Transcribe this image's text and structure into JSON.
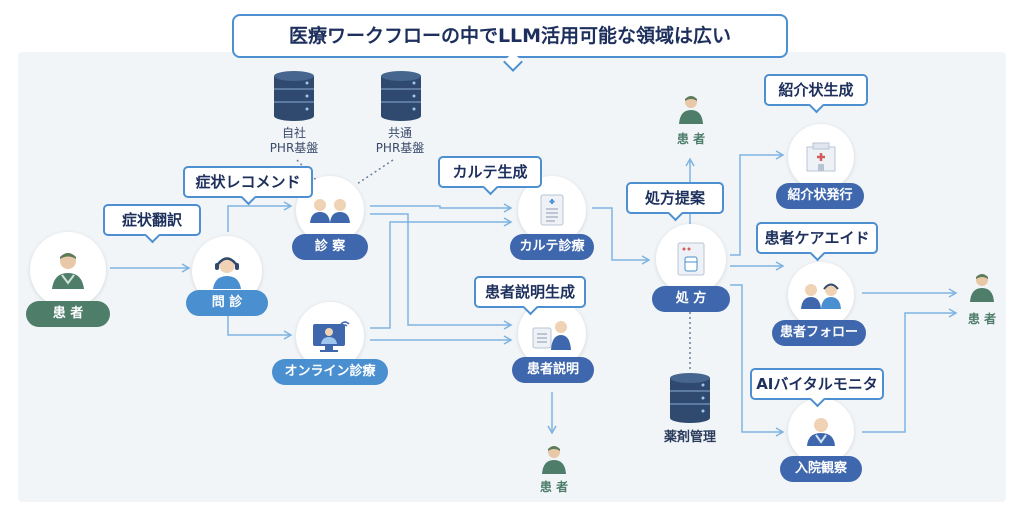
{
  "title": "医療ワークフローの中でLLM活用可能な領域は広い",
  "platforms": {
    "own": "自社\nPHR基盤",
    "shared": "共通\nPHR基盤"
  },
  "callouts": {
    "symptom_translation": "症状翻訳",
    "symptom_recommend": "症状レコメンド",
    "karte_generation": "カルテ生成",
    "patient_explanation_generation": "患者説明生成",
    "prescription_proposal": "処方提案",
    "referral_generation": "紹介状生成",
    "patient_care_aid": "患者ケアエイド",
    "ai_vital_monitor": "AIバイタルモニタ"
  },
  "nodes": {
    "patient_start": "患 者",
    "interview": "問 診",
    "consultation": "診 察",
    "online_consultation": "オンライン診療",
    "karte_consultation": "カルテ診療",
    "patient_explanation": "患者説明",
    "prescription": "処 方",
    "referral_issue": "紹介状発行",
    "patient_follow": "患者フォロー",
    "inpatient_observation": "入院観察"
  },
  "persons": {
    "after_prescription": "患 者",
    "after_explanation": "患 者",
    "end": "患 者"
  },
  "pharmacy": "薬剤管理",
  "colors": {
    "dark_pill": "#3f67ae",
    "light_pill": "#4a8fd0",
    "green_pill": "#4e7d6a",
    "arrow": "#7fb3e0",
    "callout_border": "#4d8fd0"
  }
}
